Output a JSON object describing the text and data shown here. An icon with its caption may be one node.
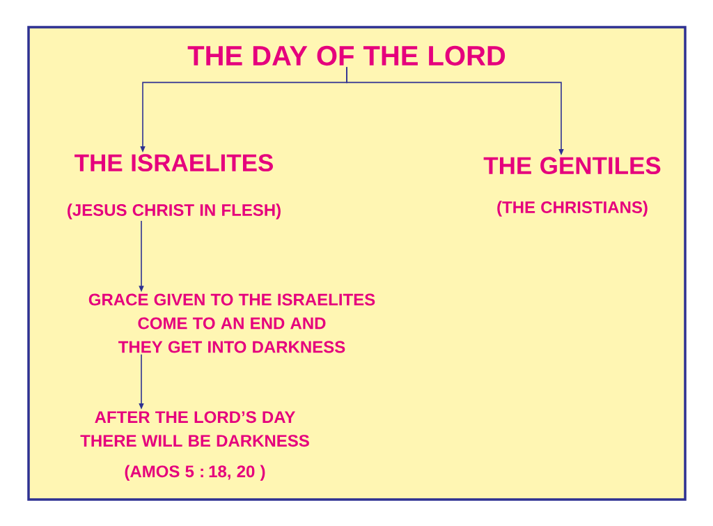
{
  "diagram": {
    "nodes": [
      {
        "text": [
          "THE DAY OF THE LORD"
        ]
      },
      {
        "text": [
          "THE ISRAELITES",
          "(JESUS CHRIST IN FLESH)"
        ]
      },
      {
        "text": [
          "THE GENTILES",
          "(THE CHRISTIANS)"
        ]
      },
      {
        "text": [
          "GRACE GIVEN TO THE ISRAELITES COME TO AN END AND THEY GET INTO DARKNESS"
        ]
      },
      {
        "text": [
          "AFTER THE LORD’S DAY THERE WILL BE DARKNESS",
          "(AMOS 5 : 18, 20 )"
        ]
      }
    ],
    "edges": [
      {
        "from": 0,
        "to": 1,
        "arrow": "to"
      },
      {
        "from": 0,
        "to": 2,
        "arrow": "to"
      },
      {
        "from": 1,
        "to": 3,
        "arrow": "to"
      },
      {
        "from": 3,
        "to": 4,
        "arrow": "to"
      }
    ]
  }
}
